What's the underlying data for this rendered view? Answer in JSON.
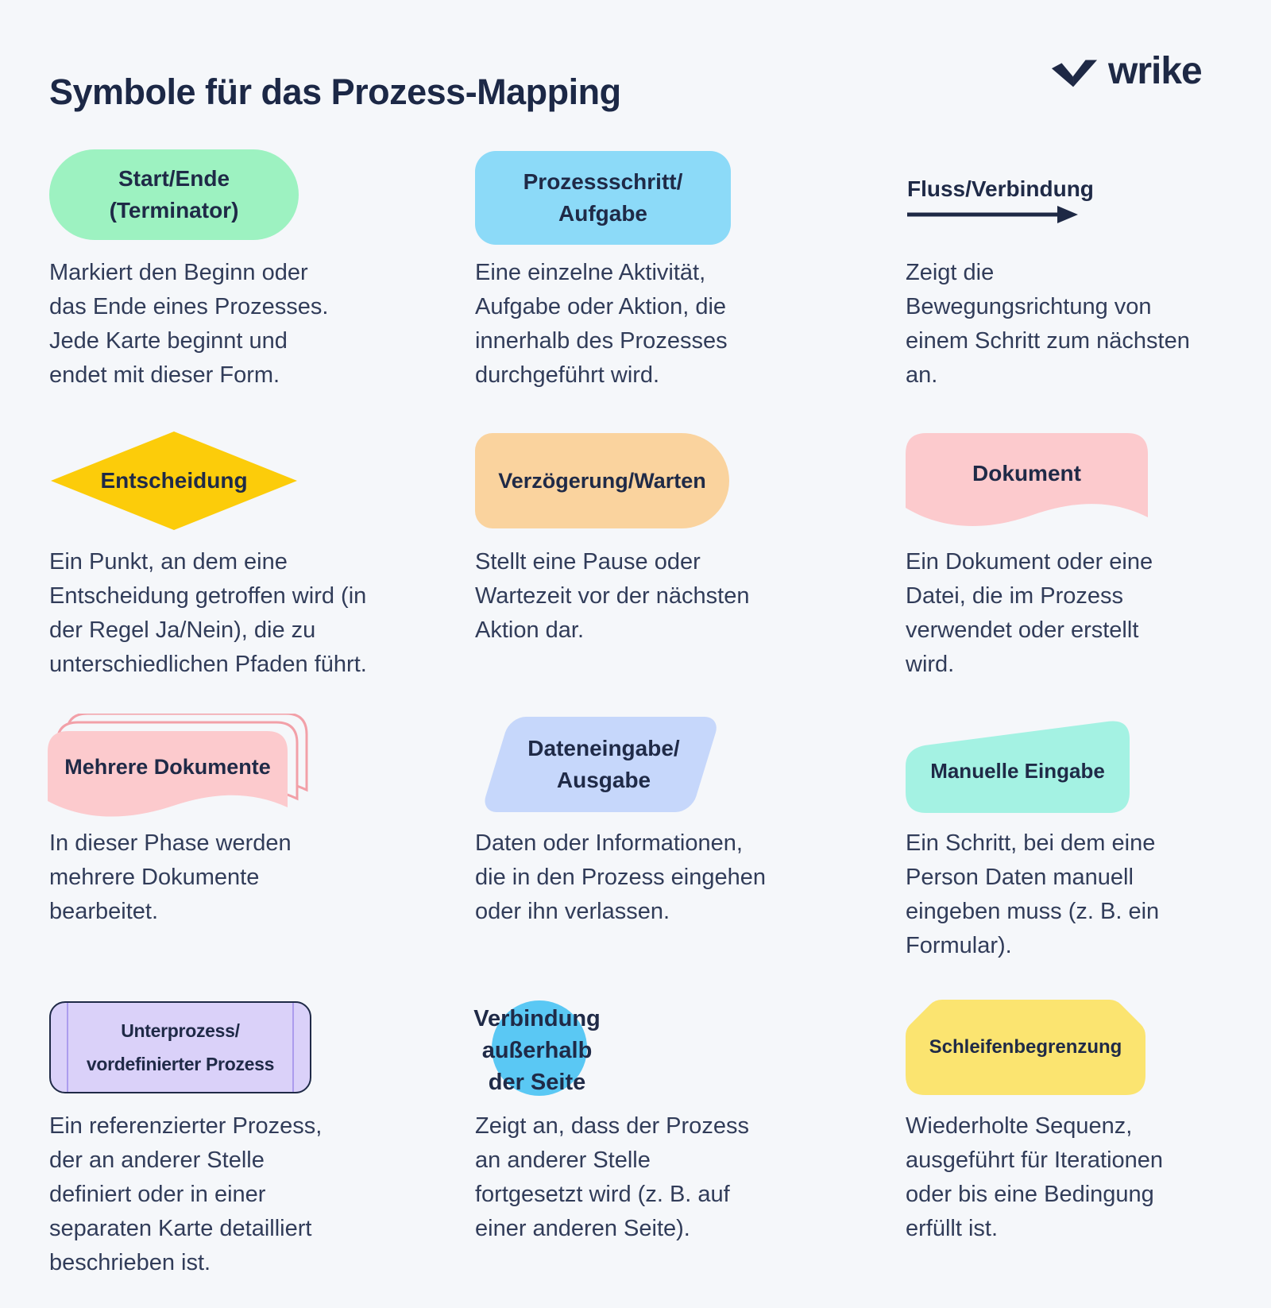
{
  "header": {
    "title": "Symbole für das Prozess-Mapping",
    "brand": "wrike"
  },
  "colors": {
    "background": "#F5F7FA",
    "navy": "#1E2945",
    "body_text": "#313C59",
    "terminator_green": "#9DF2C1",
    "process_blue": "#8CDAF8",
    "decision_yellow": "#FCCC0A",
    "delay_peach": "#FAD39E",
    "document_pink": "#FCCACD",
    "document_outline_pink": "#F2A0A8",
    "data_io_periwinkle": "#C6D7FB",
    "manual_teal": "#A4F2E3",
    "subprocess_purple": "#DAD1F9",
    "subprocess_border": "#AC9CEE",
    "offpage_blue": "#5AC8F4",
    "loop_yellow": "#FBE470"
  },
  "cards": [
    {
      "name": "terminator",
      "label_lines": [
        "Start/Ende",
        "(Terminator)"
      ],
      "description": "Markiert den Beginn oder\ndas Ende eines Prozesses.\nJede Karte beginnt und\nendet mit dieser Form.",
      "fill": "#9DF2C1"
    },
    {
      "name": "process-step",
      "label_lines": [
        "Prozessschritt/",
        "Aufgabe"
      ],
      "description": "Eine einzelne Aktivität,\nAufgabe oder Aktion, die\ninnerhalb des Prozesses\ndurchgeführt wird.",
      "fill": "#8CDAF8"
    },
    {
      "name": "flow-connector",
      "label_lines": [
        "Fluss/Verbindung"
      ],
      "description": "Zeigt die\nBewegungsrichtung von\neinem Schritt zum nächsten\nan.",
      "fill": "#1E2945"
    },
    {
      "name": "decision",
      "label_lines": [
        "Entscheidung"
      ],
      "description": "Ein Punkt, an dem eine\nEntscheidung getroffen wird (in\nder Regel Ja/Nein), die zu\nunterschiedlichen Pfaden führt.",
      "fill": "#FCCC0A"
    },
    {
      "name": "delay-wait",
      "label_lines": [
        "Verzögerung/Warten"
      ],
      "description": "Stellt eine Pause oder\nWartezeit vor der nächsten\nAktion dar.",
      "fill": "#FAD39E"
    },
    {
      "name": "document",
      "label_lines": [
        "Dokument"
      ],
      "description": "Ein Dokument oder eine\nDatei, die im Prozess\nverwendet oder erstellt\nwird.",
      "fill": "#FCCACD"
    },
    {
      "name": "multiple-documents",
      "label_lines": [
        "Mehrere Dokumente"
      ],
      "description": "In dieser Phase werden\nmehrere Dokumente\nbearbeitet.",
      "fill": "#FCCACD",
      "outline": "#F2A0A8",
      "backfill": "#F5F7FA"
    },
    {
      "name": "data-input-output",
      "label_lines": [
        "Dateneingabe/",
        "Ausgabe"
      ],
      "description": "Daten oder Informationen,\ndie in den Prozess eingehen\noder ihn verlassen.",
      "fill": "#C6D7FB"
    },
    {
      "name": "manual-input",
      "label_lines": [
        "Manuelle Eingabe"
      ],
      "description": "Ein Schritt, bei dem eine\nPerson Daten manuell\neingeben muss (z. B. ein\nFormular).",
      "fill": "#A4F2E3"
    },
    {
      "name": "subprocess",
      "label_lines": [
        "Unterprozess/",
        "vordefinierter Prozess"
      ],
      "description": "Ein referenzierter Prozess,\nder an anderer Stelle\ndefiniert oder in einer\nseparaten Karte detailliert\nbeschrieben ist.",
      "fill": "#DAD1F9",
      "border": "#AC9CEE"
    },
    {
      "name": "off-page-connector",
      "label_lines": [
        "Verbindung",
        "außerhalb",
        "der Seite"
      ],
      "description": "Zeigt an, dass der Prozess\nan anderer Stelle\nfortgesetzt wird (z. B. auf\neiner anderen Seite).",
      "fill": "#5AC8F4"
    },
    {
      "name": "loop-limit",
      "label_lines": [
        "Schleifenbegrenzung"
      ],
      "description": "Wiederholte Sequenz,\nausgeführt für Iterationen\noder bis eine Bedingung\nerfüllt ist.",
      "fill": "#FBE470"
    }
  ]
}
